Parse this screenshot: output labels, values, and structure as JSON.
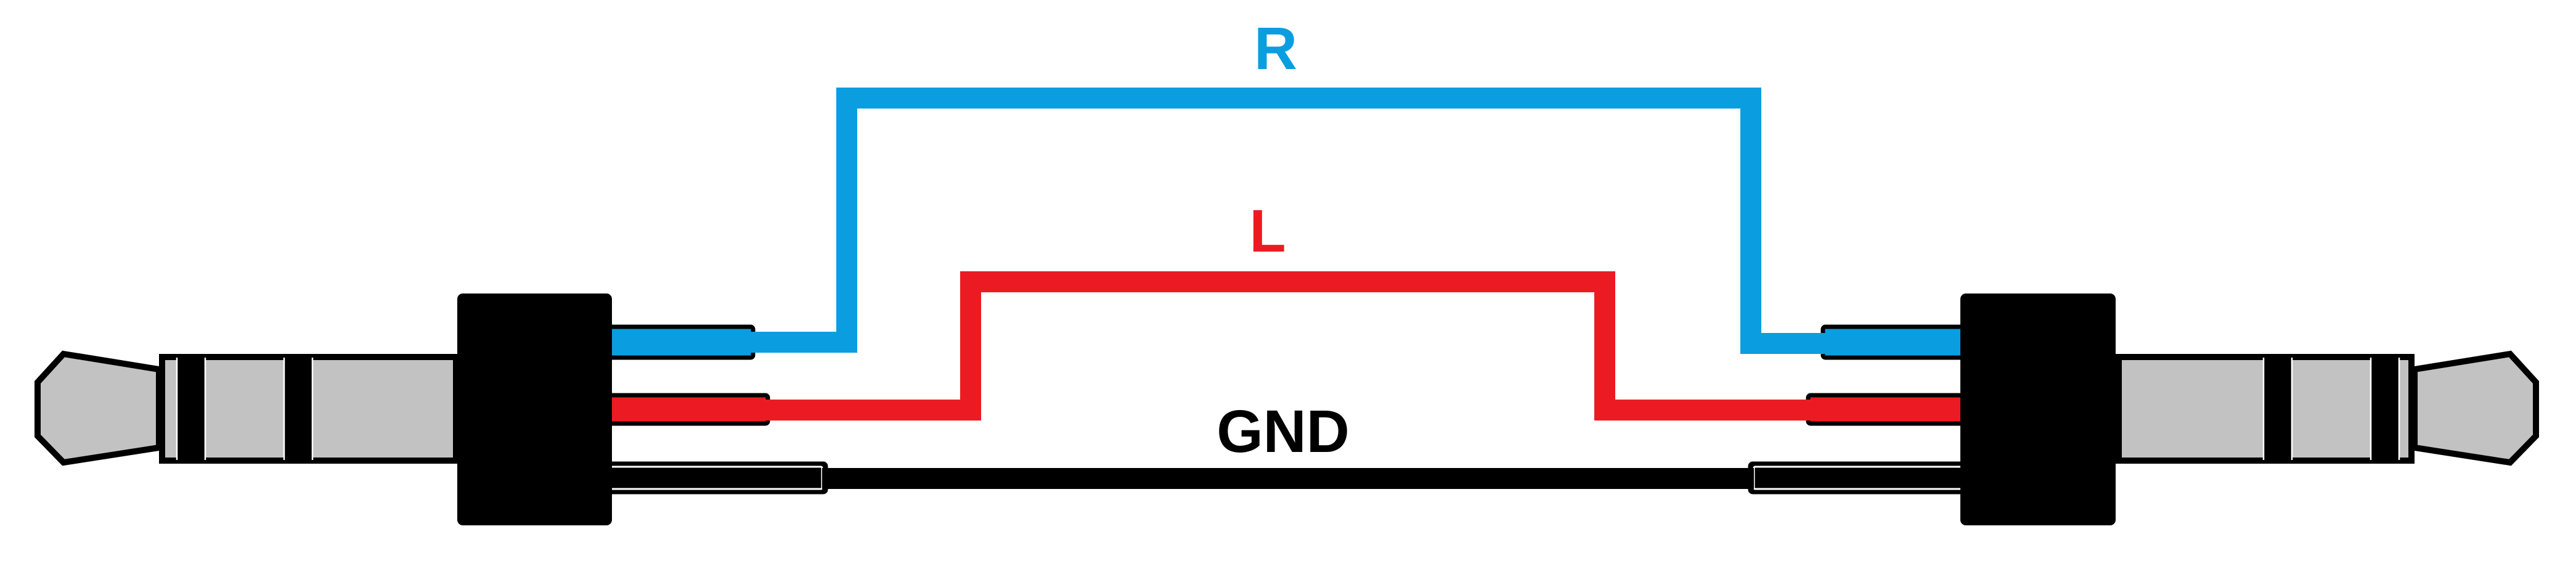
{
  "diagram": {
    "labels": {
      "right_channel": "R",
      "left_channel": "L",
      "ground": "GND"
    },
    "colors": {
      "right_wire": "#0A9EE0",
      "left_wire": "#EC1B23",
      "ground_wire": "#000000",
      "plug_metal": "#C2C2C2",
      "plug_body": "#000000",
      "background": "#FFFFFF"
    }
  }
}
